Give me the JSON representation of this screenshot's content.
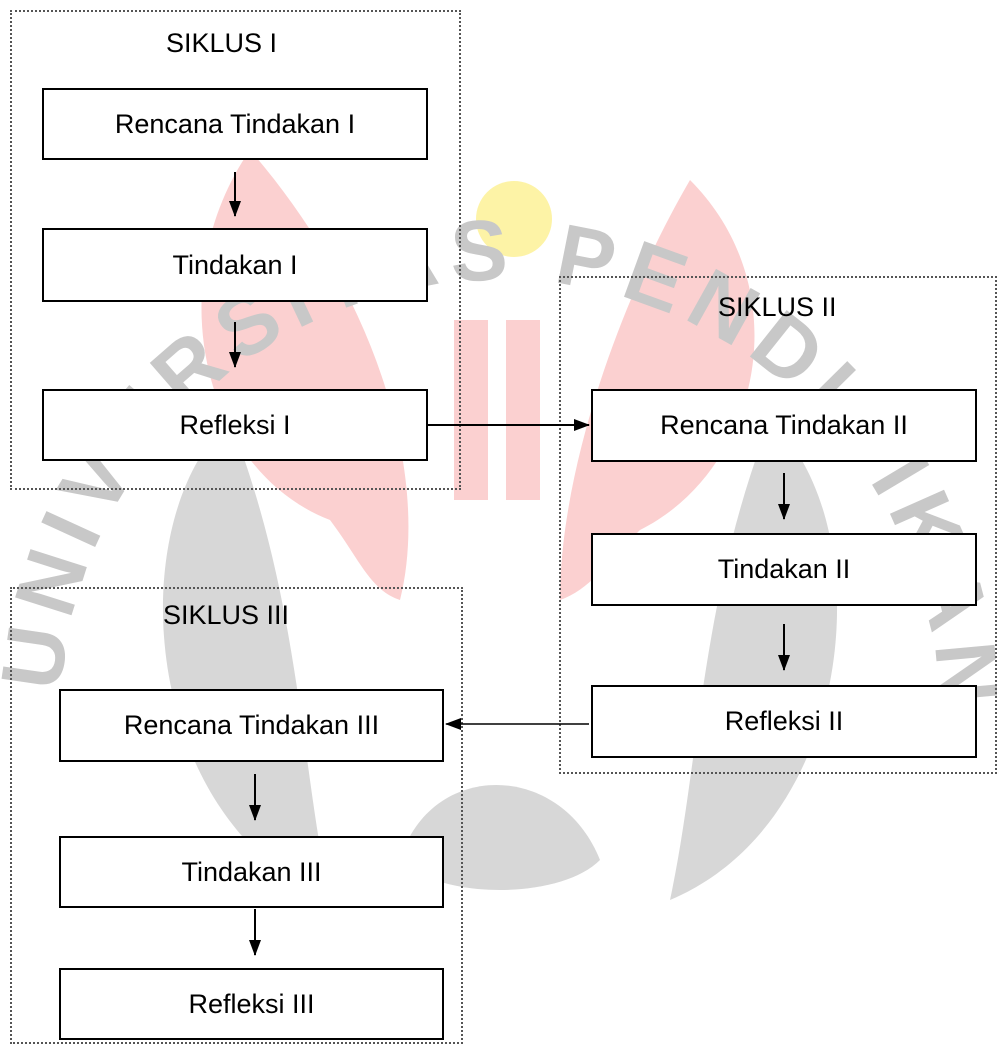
{
  "watermark": {
    "text": "UNIVERSITAS PENDIDIKAN INDONESIA PERPUSTAKAAN",
    "colors": {
      "flame": "#fbd0d0",
      "leaf": "#d7d7d7",
      "sun": "#fdf3a6",
      "ring_text": "#c8c8c8"
    }
  },
  "cycles": [
    {
      "title": "SIKLUS I",
      "steps": [
        "Rencana Tindakan I",
        "Tindakan I",
        "Refleksi I"
      ]
    },
    {
      "title": "SIKLUS II",
      "steps": [
        "Rencana Tindakan II",
        "Tindakan II",
        "Refleksi II"
      ]
    },
    {
      "title": "SIKLUS III",
      "steps": [
        "Rencana Tindakan III",
        "Tindakan III",
        "Refleksi III"
      ]
    }
  ]
}
